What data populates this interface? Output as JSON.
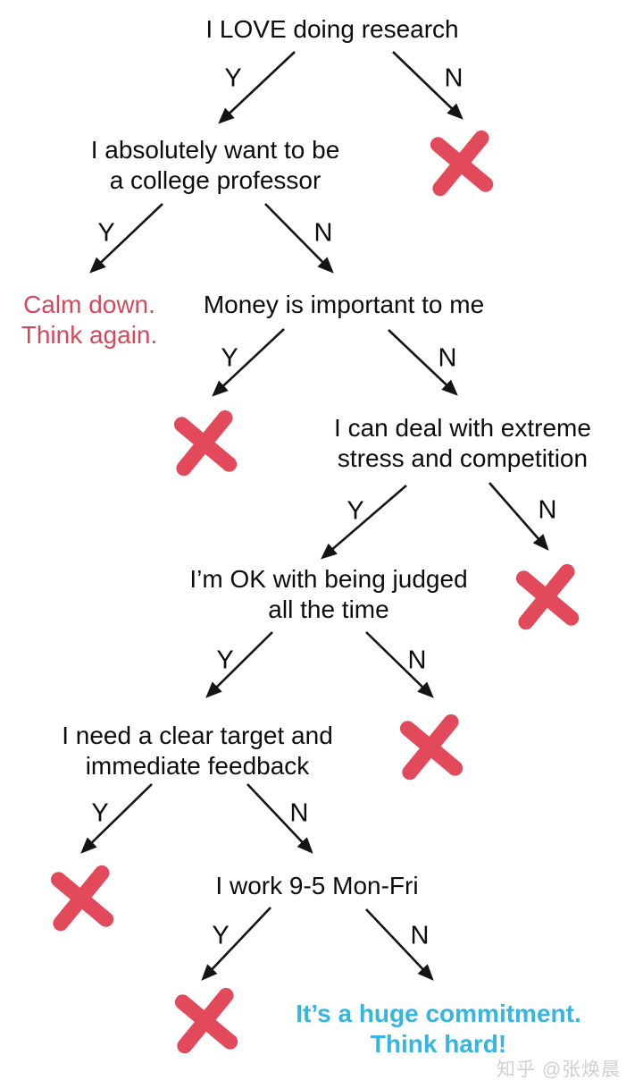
{
  "labels": {
    "yes": "Y",
    "no": "N"
  },
  "nodes": {
    "q1": {
      "line1": "I LOVE doing research"
    },
    "q2": {
      "line1": "I absolutely want to be",
      "line2": "a college professor"
    },
    "q3": {
      "line1": "Money is important to me"
    },
    "q4": {
      "line1": "I can deal with extreme",
      "line2": "stress and competition"
    },
    "q5": {
      "line1": "I’m OK with being judged",
      "line2": "all the time"
    },
    "q6": {
      "line1": "I need a clear target and",
      "line2": "immediate feedback"
    },
    "q7": {
      "line1": "I work 9-5 Mon-Fri"
    }
  },
  "outcomes": {
    "calm": {
      "line1": "Calm down.",
      "line2": "Think again."
    },
    "commitment": {
      "line1": "It’s a huge commitment.",
      "line2": "Think hard!"
    }
  },
  "watermark": "知乎 @张焕晨",
  "colors": {
    "x_mark": "#e24a5c",
    "warning_text": "#d5495d",
    "highlight_text": "#35b5df",
    "node_text": "#0d0d0d",
    "watermark_text": "#d0d0d0"
  }
}
